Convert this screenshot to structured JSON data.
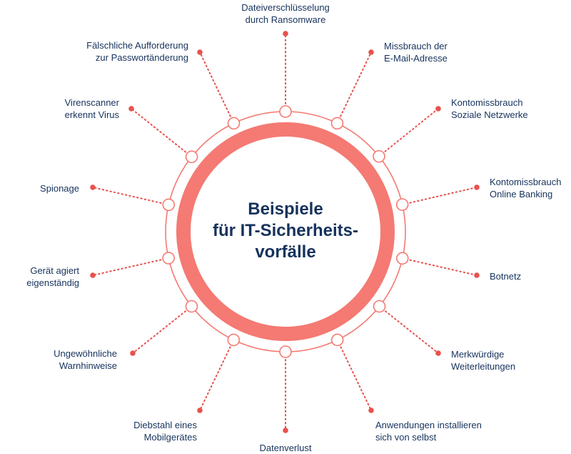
{
  "center_title": [
    "Beispiele",
    "für IT-Sicherheits-",
    "vorfälle"
  ],
  "colors": {
    "accent": "#f47a73",
    "dot": "#e8524d",
    "text": "#16325c",
    "background": "#ffffff"
  },
  "items": [
    {
      "id": "ransomware",
      "lines": [
        "Dateiverschlüsselung",
        "durch Ransomware"
      ]
    },
    {
      "id": "email-misuse",
      "lines": [
        "Missbrauch der",
        "E-Mail-Adresse"
      ]
    },
    {
      "id": "social-account",
      "lines": [
        "Kontomissbrauch",
        "Soziale Netzwerke"
      ]
    },
    {
      "id": "banking-account",
      "lines": [
        "Kontomissbrauch",
        "Online Banking"
      ]
    },
    {
      "id": "botnet",
      "lines": [
        "Botnetz"
      ]
    },
    {
      "id": "redirects",
      "lines": [
        "Merkwürdige",
        "Weiterleitungen"
      ]
    },
    {
      "id": "self-install",
      "lines": [
        "Anwendungen installieren",
        "sich von selbst"
      ]
    },
    {
      "id": "data-loss",
      "lines": [
        "Datenverlust"
      ]
    },
    {
      "id": "device-theft",
      "lines": [
        "Diebstahl eines",
        "Mobilgerätes"
      ]
    },
    {
      "id": "warnings",
      "lines": [
        "Ungewöhnliche",
        "Warnhinweise"
      ]
    },
    {
      "id": "autonomous-device",
      "lines": [
        "Gerät agiert",
        "eigenständig"
      ]
    },
    {
      "id": "espionage",
      "lines": [
        "Spionage"
      ]
    },
    {
      "id": "virus-scanner",
      "lines": [
        "Virenscanner",
        "erkennt Virus"
      ]
    },
    {
      "id": "password-change",
      "lines": [
        "Fälschliche Aufforderung",
        "zur Passwortänderung"
      ]
    }
  ]
}
